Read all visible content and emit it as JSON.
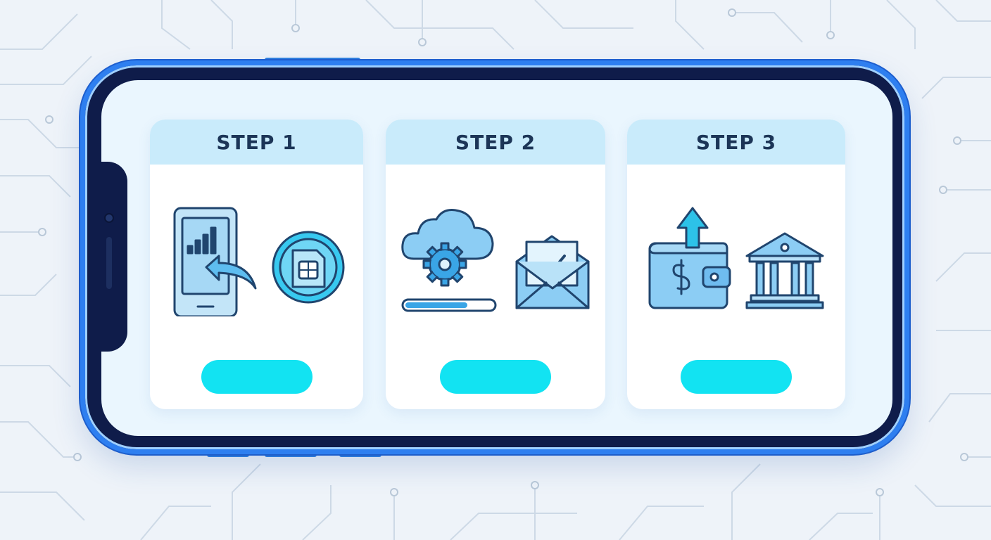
{
  "steps": [
    {
      "title": "STEP 1",
      "icons": [
        "phone-signal-return-icon",
        "sim-card-icon"
      ]
    },
    {
      "title": "STEP 2",
      "icons": [
        "cloud-gear-progress-icon",
        "envelope-check-icon"
      ]
    },
    {
      "title": "STEP 3",
      "icons": [
        "wallet-dollar-upload-icon",
        "bank-icon"
      ]
    }
  ],
  "colors": {
    "background": "#eef3f9",
    "phone_frame": "#2e7ff0",
    "screen": "#eaf6fe",
    "card_header": "#c9ebfb",
    "icon_fill": "#8ccdf4",
    "icon_stroke": "#20456e",
    "action_button": "#12e3f2"
  }
}
